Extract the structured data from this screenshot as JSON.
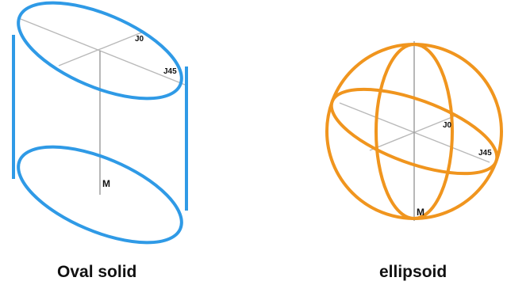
{
  "colors": {
    "oval_stroke": "#2f9ae6",
    "ellipsoid_stroke": "#f0951e",
    "axis_line": "#b9b9b9",
    "text": "#111111"
  },
  "oval_solid": {
    "caption": "Oval solid",
    "labels": {
      "j0": "J0",
      "j45": "J45",
      "m": "M"
    }
  },
  "ellipsoid": {
    "caption": "ellipsoid",
    "labels": {
      "j0": "J0",
      "j45": "J45",
      "m": "M"
    }
  }
}
